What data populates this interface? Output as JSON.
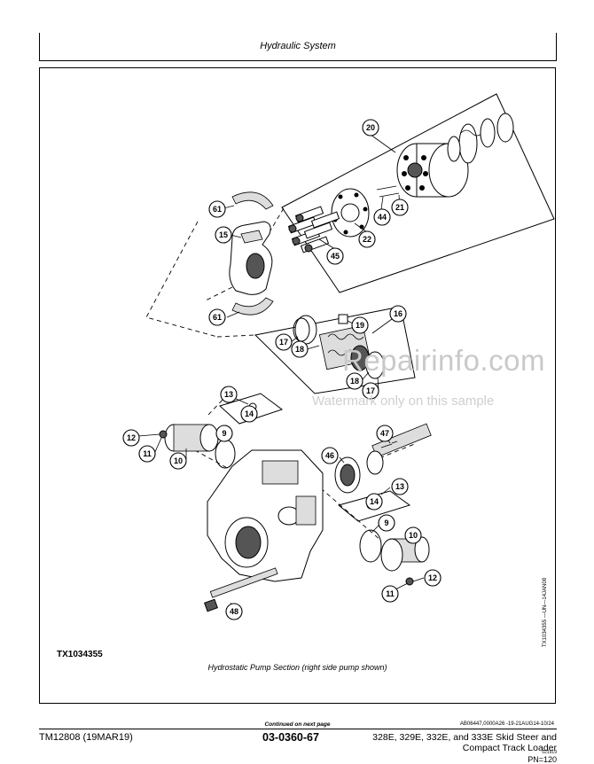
{
  "header": {
    "section_title": "Hydraulic System"
  },
  "figure": {
    "id": "TX1034355",
    "caption": "Hydrostatic Pump Section (right side pump shown)",
    "side_code": "TX1034355 —UN—14JAN08",
    "callouts": [
      "20",
      "61",
      "15",
      "44",
      "21",
      "22",
      "45",
      "16",
      "61",
      "19",
      "17",
      "18",
      "18",
      "17",
      "13",
      "14",
      "47",
      "12",
      "9",
      "11",
      "10",
      "46",
      "13",
      "14",
      "9",
      "10",
      "11",
      "12",
      "48"
    ]
  },
  "watermark": {
    "line1": "Repairinfo.com",
    "line2": "Watermark only on this sample"
  },
  "footer": {
    "continued": "Continued on next page",
    "doc_code": "AB06447,0000A26 -19-21AUG14-10/24",
    "manual_id": "TM12808 (19MAR19)",
    "page_number": "03-0360-67",
    "model_line1": "328E, 329E, 332E, and 333E Skid Steer and",
    "model_line2": "Compact Track Loader",
    "tiny_code": "021919",
    "pn": "PN=120"
  }
}
